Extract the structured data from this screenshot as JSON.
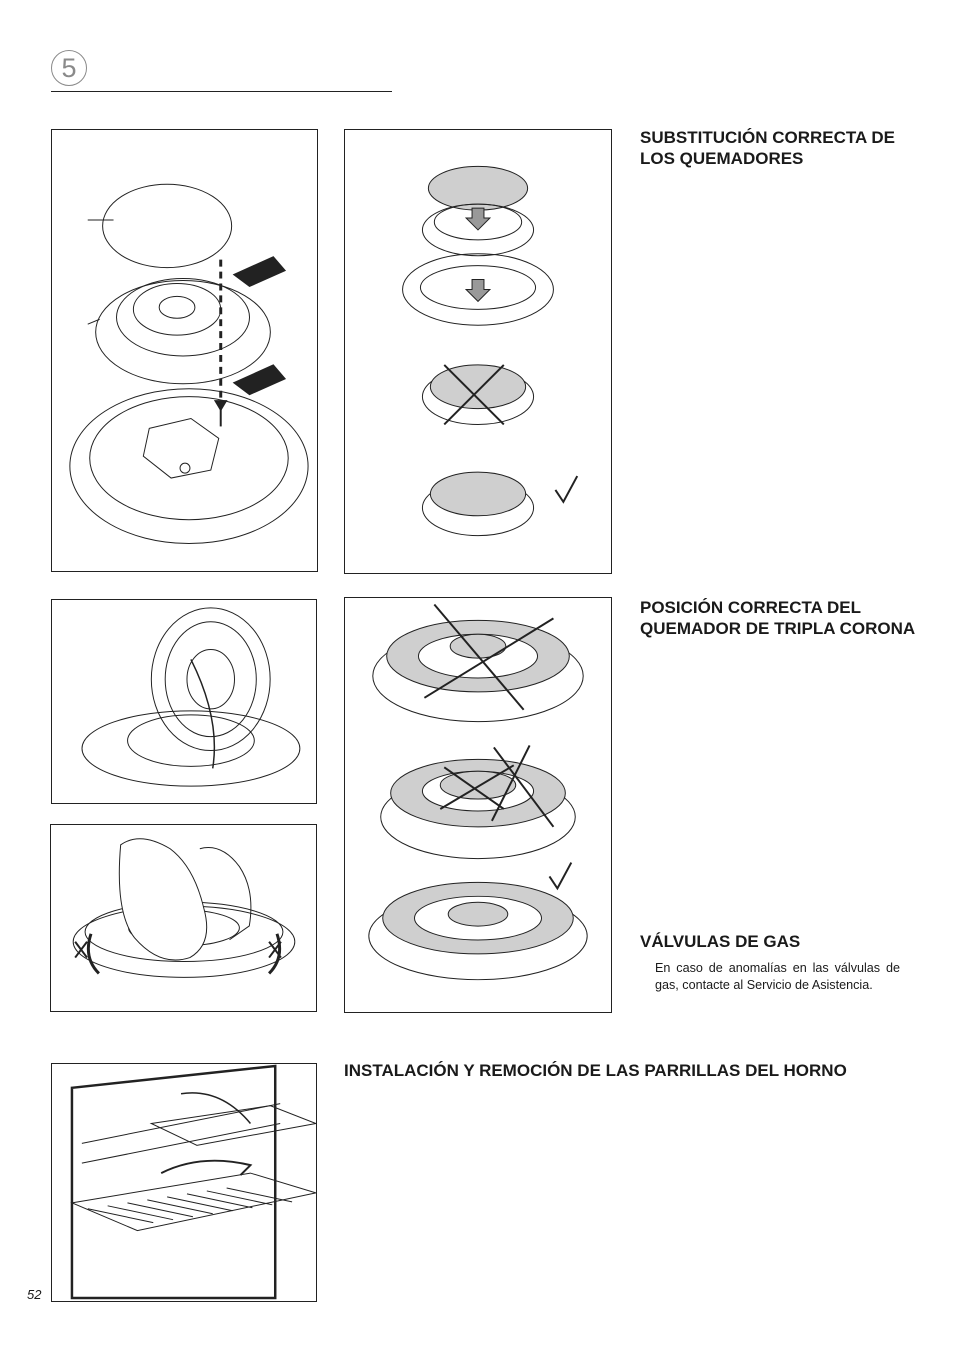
{
  "chapter": {
    "number": "5"
  },
  "sections": {
    "burner_replacement": {
      "heading": "SUBSTITUCIÓN CORRECTA DE LOS QUEMADORES"
    },
    "triple_crown": {
      "heading": "POSICIÓN CORRECTA DEL QUEMADOR DE TRIPLA CORONA"
    },
    "gas_valves": {
      "heading": "VÁLVULAS DE GAS",
      "body": "En caso de anomalías en las válvulas de gas, contacte al Servicio de Asistencia."
    },
    "oven_racks": {
      "heading": "INSTALACIÓN Y REMOCIÓN DE LAS PARRILLAS DEL HORNO"
    }
  },
  "figures": {
    "burner_exploded": {
      "icon": "exploded-burner-illustration"
    },
    "burner_positions": {
      "icon": "burner-position-illustration",
      "marks": [
        "cross",
        "check"
      ]
    },
    "triple_crown_insert": {
      "icon": "triple-crown-insert-illustration"
    },
    "triple_crown_positions": {
      "icon": "triple-crown-position-illustration",
      "marks": [
        "cross",
        "cross",
        "check"
      ]
    },
    "triple_crown_hand": {
      "icon": "hand-rotating-ring-illustration"
    },
    "oven_rack": {
      "icon": "oven-rack-illustration"
    }
  },
  "page": {
    "number": "52"
  },
  "colors": {
    "ink": "#1a1a1a",
    "cap_fill": "#cfcfcf",
    "circle_gray": "#8a8a8a"
  }
}
